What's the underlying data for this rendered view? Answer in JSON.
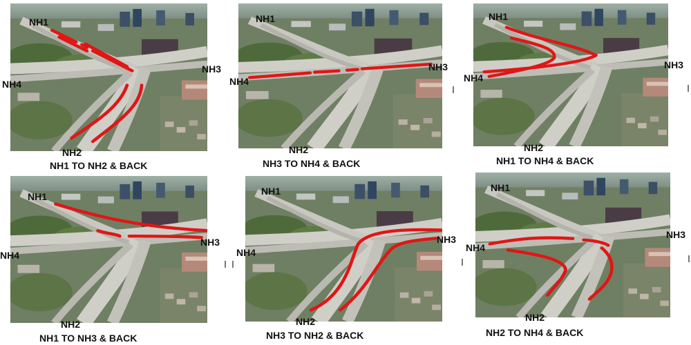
{
  "colors": {
    "route": "#e01616",
    "label": "#111111"
  },
  "panels": [
    {
      "caption": "NH1 TO NH2 & BACK",
      "labels": {
        "nh1": "NH1",
        "nh2": "NH2",
        "nh3": "NH3",
        "nh4": "NH4"
      }
    },
    {
      "caption": "NH3 TO NH4 & BACK",
      "labels": {
        "nh1": "NH1",
        "nh2": "NH2",
        "nh3": "NH3",
        "nh4": "NH4"
      }
    },
    {
      "caption": "NH1 TO NH4 & BACK",
      "labels": {
        "nh1": "NH1",
        "nh2": "NH2",
        "nh3": "NH3",
        "nh4": "NH4"
      }
    },
    {
      "caption": "NH1 TO NH3 & BACK",
      "labels": {
        "nh1": "NH1",
        "nh2": "NH2",
        "nh3": "NH3",
        "nh4": "NH4"
      }
    },
    {
      "caption": "NH3 TO NH2 & BACK",
      "labels": {
        "nh1": "NH1",
        "nh2": "NH2",
        "nh3": "NH3",
        "nh4": "NH4"
      }
    },
    {
      "caption": "NH2 TO NH4 & BACK",
      "labels": {
        "nh1": "NH1",
        "nh2": "NH2",
        "nh3": "NH3",
        "nh4": "NH4"
      }
    }
  ]
}
